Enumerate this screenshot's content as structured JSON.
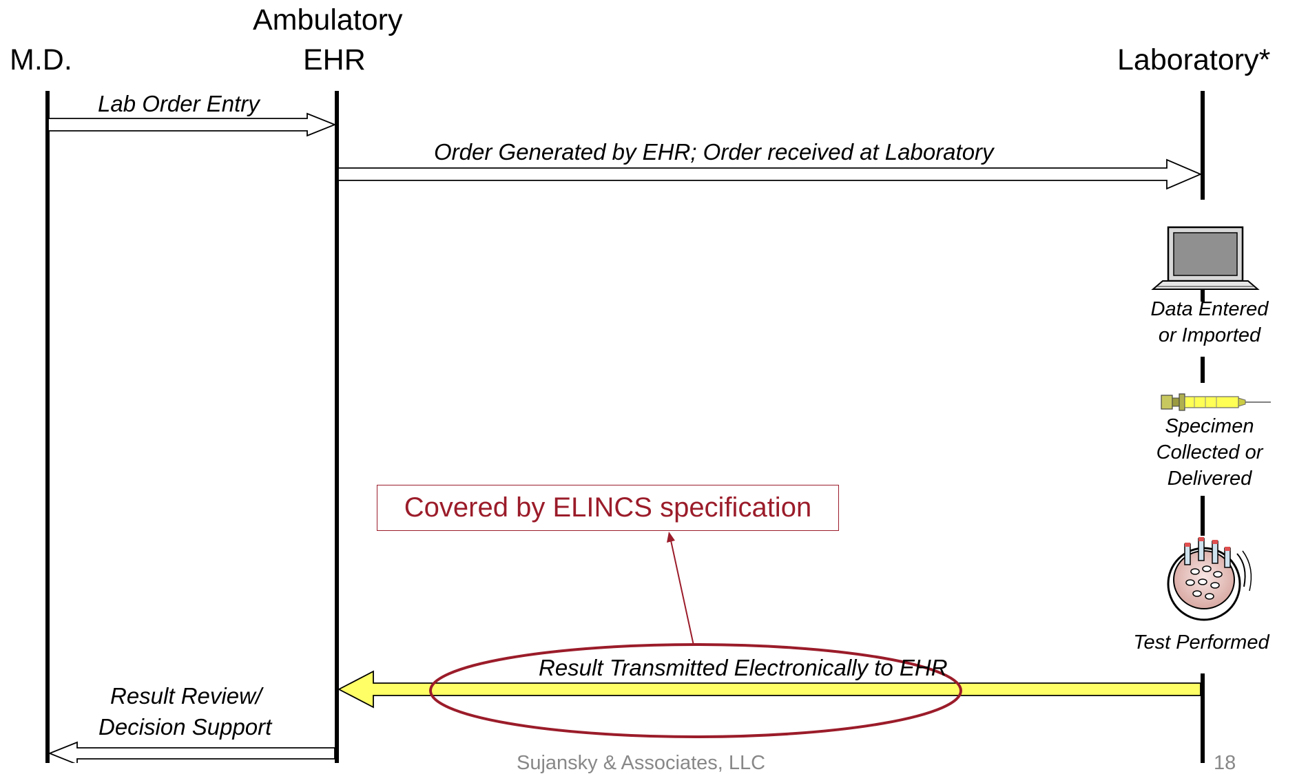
{
  "lifelines": {
    "md": "M.D.",
    "ehr_line1": "Ambulatory",
    "ehr_line2": "EHR",
    "lab": "Laboratory*"
  },
  "messages": {
    "lab_order_entry": "Lab Order Entry",
    "order_generated": "Order Generated by EHR;  Order received at Laboratory",
    "result_transmitted": "Result Transmitted Electronically to EHR",
    "result_review_line1": "Result Review/",
    "result_review_line2": "Decision Support"
  },
  "lab_steps": {
    "data_entered_line1": "Data Entered",
    "data_entered_line2": "or Imported",
    "specimen_line1": "Specimen",
    "specimen_line2": "Collected or",
    "specimen_line3": "Delivered",
    "test_performed": "Test Performed"
  },
  "callout": {
    "text": "Covered by ELINCS specification"
  },
  "footer": {
    "company": "Sujansky & Associates, LLC",
    "page_number": "18"
  },
  "colors": {
    "callout": "#9b1c2a",
    "result_arrow_fill": "#ffff66"
  },
  "icons": [
    "laptop-icon",
    "syringe-icon",
    "test-tray-icon"
  ]
}
